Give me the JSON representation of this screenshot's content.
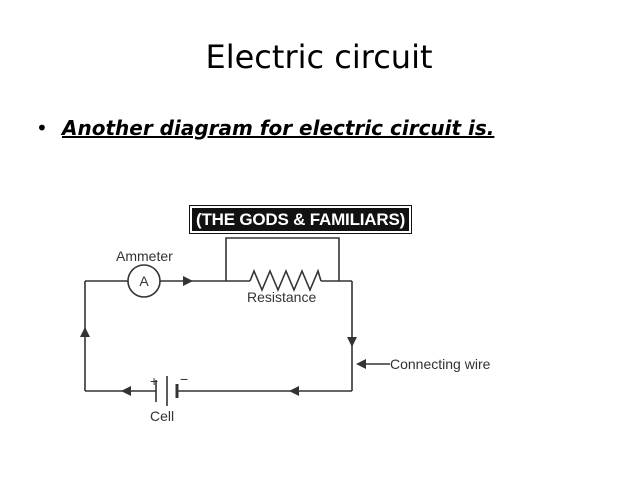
{
  "slide": {
    "title": "Electric circuit",
    "bullet": "Another diagram for electric circuit is."
  },
  "banner": "(THE GODS & FAMILIARS)",
  "diagram": {
    "labels": {
      "ammeter": "Ammeter",
      "ammeter_symbol": "A",
      "resistance": "Resistance",
      "connecting_wire": "Connecting wire",
      "cell": "Cell",
      "plus": "+",
      "minus": "−"
    }
  }
}
